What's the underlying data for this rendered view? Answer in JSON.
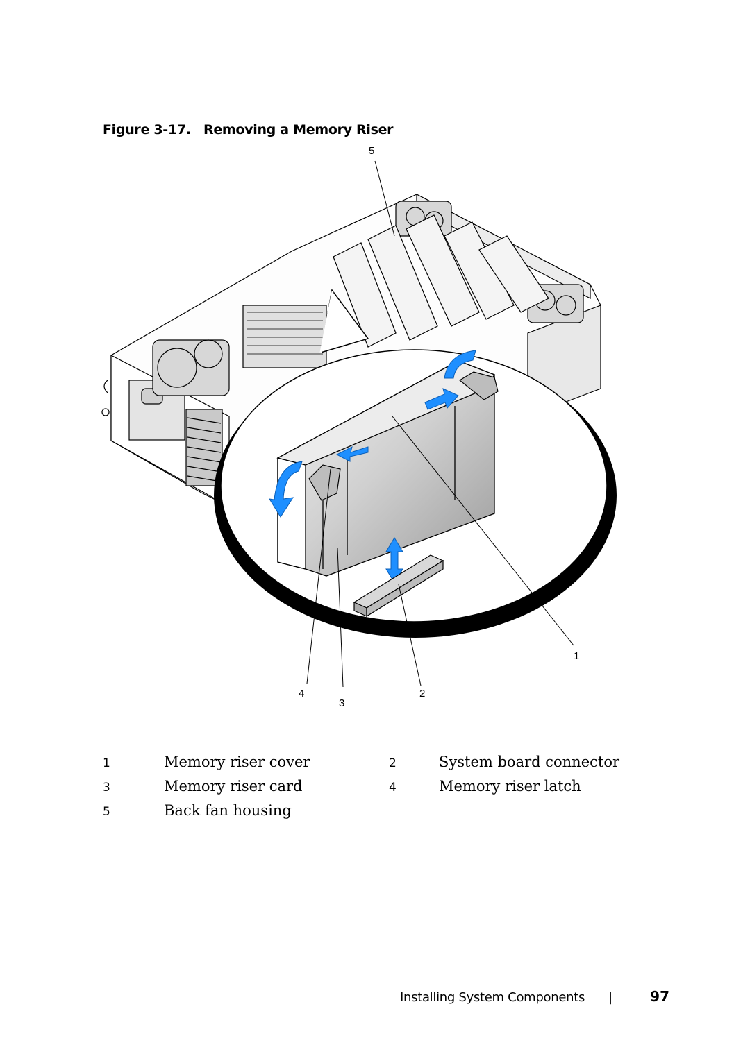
{
  "figure": {
    "label": "Figure 3-17.",
    "title": "Removing a Memory Riser",
    "callouts": [
      "1",
      "2",
      "3",
      "4",
      "5"
    ]
  },
  "legend": [
    {
      "num": "1",
      "text": "Memory riser cover"
    },
    {
      "num": "2",
      "text": "System board connector"
    },
    {
      "num": "3",
      "text": "Memory riser card"
    },
    {
      "num": "4",
      "text": "Memory riser latch"
    },
    {
      "num": "5",
      "text": "Back fan housing"
    }
  ],
  "footer": {
    "section": "Installing System Components",
    "separator": "|",
    "page": "97"
  }
}
